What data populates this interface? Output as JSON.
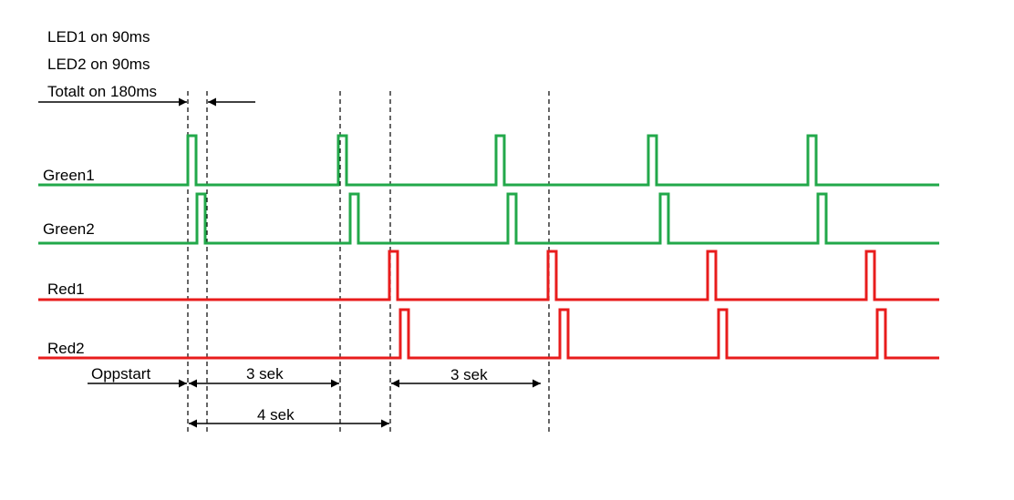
{
  "header_notes": [
    "LED1 on 90ms",
    "LED2 on 90ms",
    "Totalt on 180ms"
  ],
  "signals": [
    {
      "id": "green1",
      "label": "Green1",
      "color": "#22a84a",
      "pulses": [
        206,
        371,
        544,
        711,
        886
      ]
    },
    {
      "id": "green2",
      "label": "Green2",
      "color": "#22a84a",
      "pulses": [
        216,
        384,
        557,
        724,
        897
      ]
    },
    {
      "id": "red1",
      "label": "Red1",
      "color": "#e81c1c",
      "pulses": [
        427,
        601,
        776,
        950
      ]
    },
    {
      "id": "red2",
      "label": "Red2",
      "color": "#e81c1c",
      "pulses": [
        439,
        614,
        788,
        962
      ]
    }
  ],
  "timing_labels": {
    "startup": "Oppstart",
    "interval_1": "3 sek",
    "interval_2": "3 sek",
    "interval_3": "4 sek"
  }
}
